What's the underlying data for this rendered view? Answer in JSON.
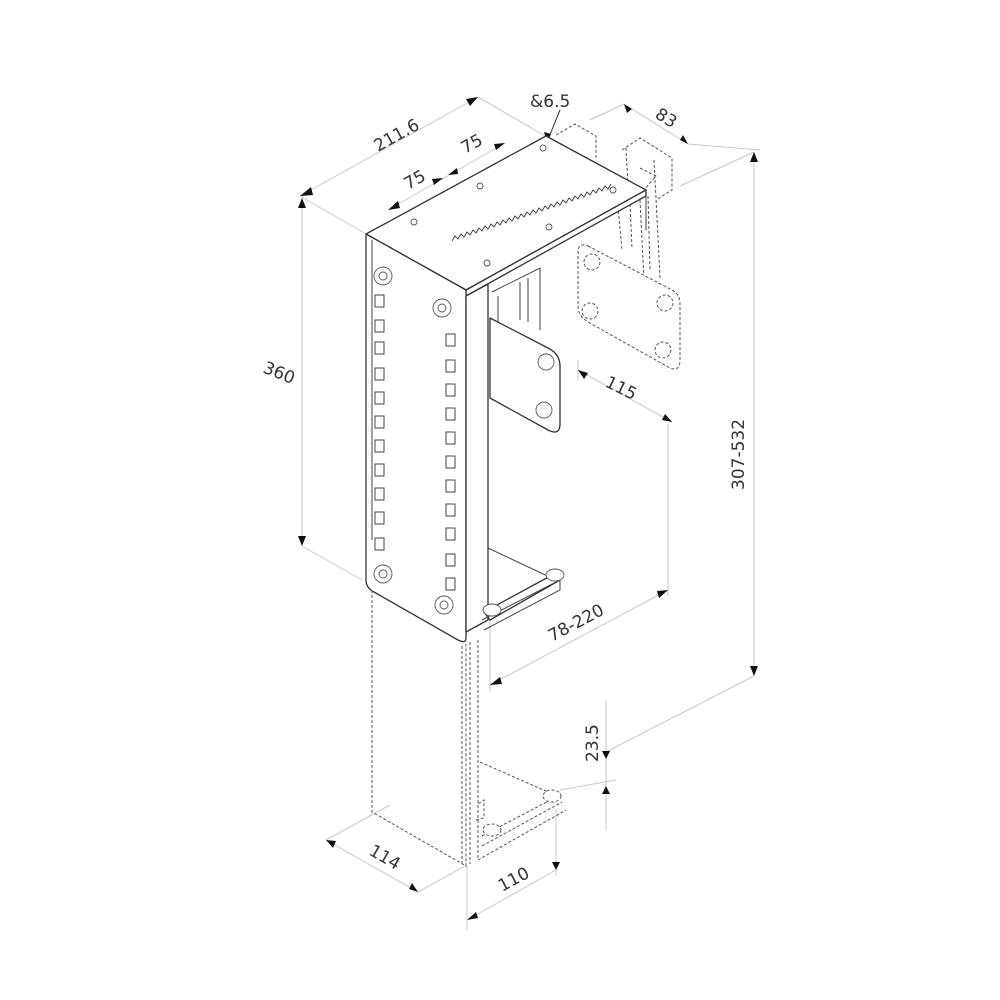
{
  "drawing": {
    "title": "CPU holder isometric dimension drawing",
    "units": "mm",
    "line_color": "#333333",
    "dimension_line_color": "#c8c8c8",
    "background": "#ffffff"
  },
  "dimensions": {
    "overall_depth": "211.6",
    "hole_spacing_1": "75",
    "hole_spacing_2": "75",
    "hole_diameter": "&6.5",
    "rail_width": "83",
    "top_height": "360",
    "plate_width": "115",
    "total_height_range": "307-532",
    "clamp_width_range": "78-220",
    "foot_height": "23.5",
    "base_depth": "114",
    "base_width": "110"
  }
}
